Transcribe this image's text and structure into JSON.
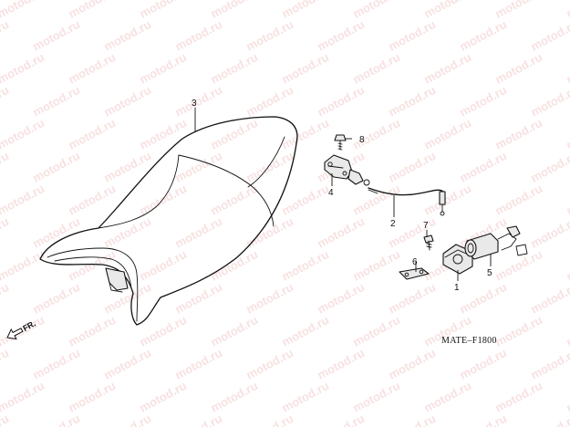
{
  "watermark": {
    "text": "motod.ru"
  },
  "diagram": {
    "code": "MATE–F1800",
    "front_marker": "FR.",
    "callouts": [
      {
        "id": "1",
        "label": "1"
      },
      {
        "id": "2",
        "label": "2"
      },
      {
        "id": "3",
        "label": "3"
      },
      {
        "id": "4",
        "label": "4"
      },
      {
        "id": "5",
        "label": "5"
      },
      {
        "id": "6",
        "label": "6"
      },
      {
        "id": "7",
        "label": "7"
      },
      {
        "id": "8",
        "label": "8"
      }
    ]
  }
}
